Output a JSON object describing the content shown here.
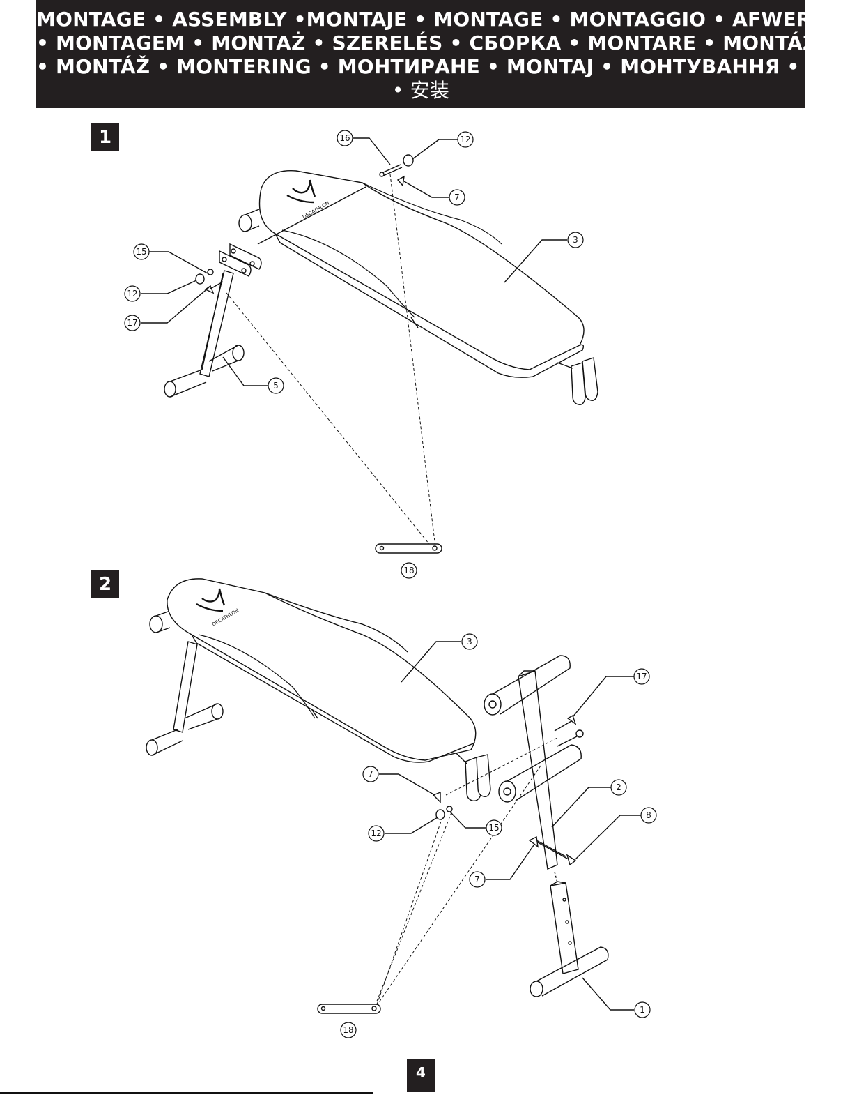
{
  "header": {
    "line1": "MONTAGE • ASSEMBLY •MONTAJE • MONTAGE • MONTAGGIO • AFWERKING",
    "line2": "• MONTAGEM • MONTAŻ • SZERELÉS • СБОРКА • MONTARE •  MONTÁŽ",
    "line3": "• MONTÁŽ • MONTERING • МОНТИРАНЕ • MONTAJ • МОНТУВАННЯ • التركيب",
    "line4": "• 安装"
  },
  "steps": [
    {
      "number": "1"
    },
    {
      "number": "2"
    }
  ],
  "step1_callouts": {
    "c16": "16",
    "c12a": "12",
    "c7": "7",
    "c3": "3",
    "c15": "15",
    "c12b": "12",
    "c17": "17",
    "c5": "5",
    "c18": "18"
  },
  "step2_callouts": {
    "c3": "3",
    "c17": "17",
    "c7a": "7",
    "c2": "2",
    "c15": "15",
    "c12": "12",
    "c8": "8",
    "c7b": "7",
    "c1": "1",
    "c18": "18"
  },
  "logo_text": "DECATHLON",
  "page_number": "4"
}
